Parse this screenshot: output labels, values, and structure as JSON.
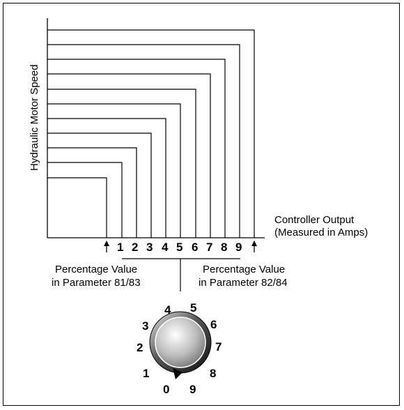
{
  "chart": {
    "ylabel": "Hydraulic Motor Speed",
    "xlabel_line1": "Controller Output",
    "xlabel_line2": "(Measured in Amps)",
    "steps": [
      "1",
      "2",
      "3",
      "4",
      "5",
      "6",
      "7",
      "8",
      "9"
    ]
  },
  "annotations": {
    "low_line1": "Percentage Value",
    "low_line2": "in Parameter 81/83",
    "high_line1": "Percentage Value",
    "high_line2": "in Parameter 82/84"
  },
  "dial": {
    "numbers": [
      "0",
      "1",
      "2",
      "3",
      "4",
      "5",
      "6",
      "7",
      "8",
      "9"
    ]
  }
}
